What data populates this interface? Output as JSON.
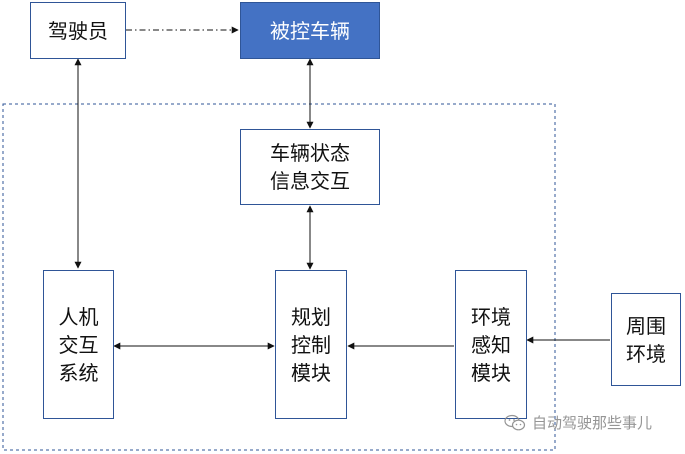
{
  "nodes": {
    "driver": "驾驶员",
    "controlled_vehicle": "被控车辆",
    "vehicle_state": "车辆状态\n信息交互",
    "hmi": "人机\n交互\n系统",
    "planning": "规划\n控制\n模块",
    "perception": "环境\n感知\n模块",
    "surroundings": "周围\n环境"
  },
  "watermark": {
    "text": "自动驾驶那些事儿"
  },
  "colors": {
    "box_border": "#2f5597",
    "accent_fill": "#4472c4",
    "line": "#111111",
    "dashed_region": "#2f5597"
  }
}
